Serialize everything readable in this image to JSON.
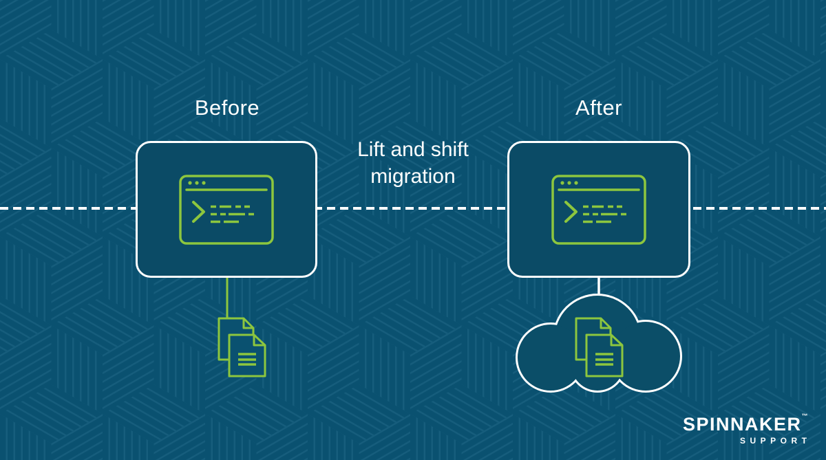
{
  "colors": {
    "background": "#0A5170",
    "pattern_line": "#1C6383",
    "panel_fill": "#0B4B66",
    "accent_green": "#8DC63E",
    "line_white": "#FFFFFF",
    "text_white": "#FFFFFF"
  },
  "labels": {
    "before": "Before",
    "after": "After",
    "migration_line1": "Lift and shift",
    "migration_line2": "migration"
  },
  "logo": {
    "brand": "SPINNAKER",
    "trademark": "™",
    "subbrand": "SUPPORT"
  },
  "icons": {
    "left_panel_icon": "terminal-window-icon",
    "right_panel_icon": "terminal-window-icon",
    "left_bottom_icon": "documents-icon",
    "right_bottom_icon": "cloud-documents-icon",
    "divider": "dashed-migration-path-line"
  }
}
